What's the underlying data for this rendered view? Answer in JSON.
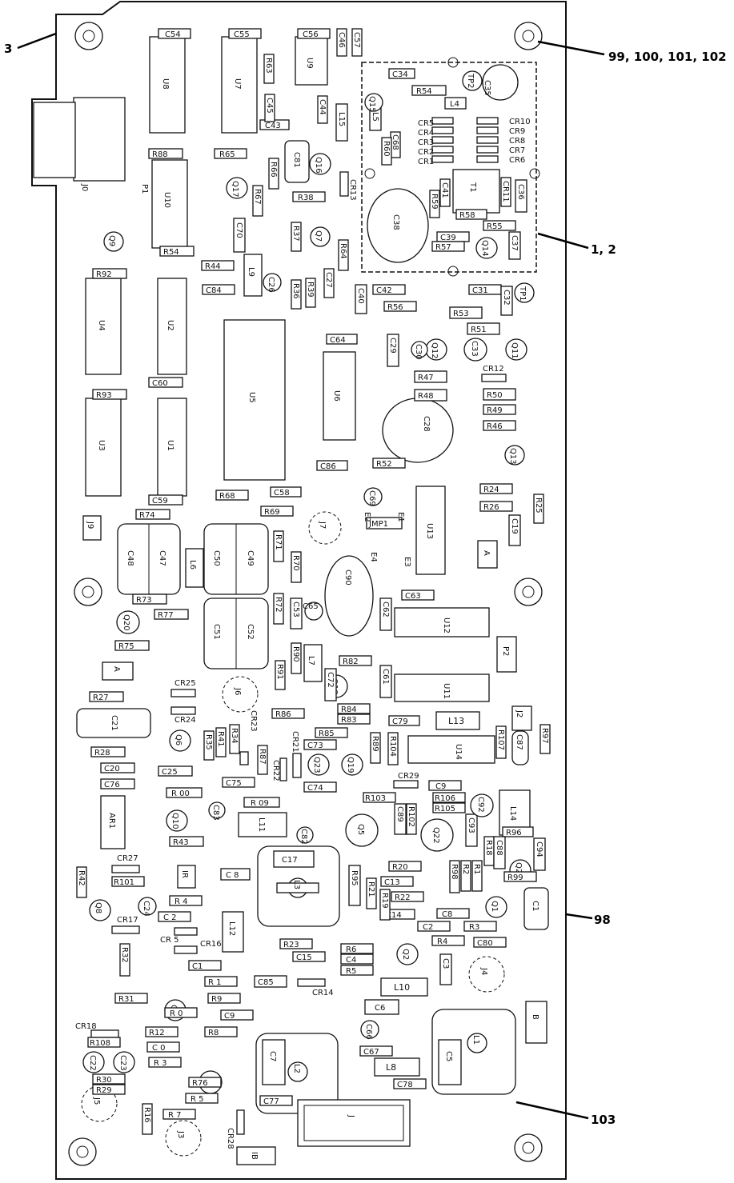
{
  "callouts": {
    "c3": "3",
    "c99": "99, 100, 101, 102",
    "c12": "1, 2",
    "c98": "98",
    "c103": "103"
  },
  "ics": {
    "u1": "U1",
    "u2": "U2",
    "u3": "U3",
    "u4": "U4",
    "u5": "U5",
    "u6": "U6",
    "u7": "U7",
    "u8": "U8",
    "u9": "U9",
    "u10": "U10",
    "u11": "U11",
    "u12": "U12",
    "u13": "U13",
    "u14": "U14",
    "ar1": "AR1"
  },
  "caps": {
    "c54": "C54",
    "c55": "C55",
    "c56": "C56",
    "c46": "C46",
    "c57": "C57",
    "c45": "C45",
    "c43": "C43",
    "c44": "C44",
    "c81": "C81",
    "c70": "C70",
    "c84": "C84",
    "c26": "C26",
    "c27": "C27",
    "c42": "C42",
    "c40": "C40",
    "c34": "C34",
    "c35": "C35",
    "c68": "C68",
    "c41": "C41",
    "c36": "C36",
    "c38": "C38",
    "c39": "C39",
    "c37": "C37",
    "c31": "C31",
    "c32": "C32",
    "c33": "C33",
    "c30": "C30",
    "c29": "C29",
    "c64": "C64",
    "c60": "C60",
    "c28": "C28",
    "c86": "C86",
    "c59": "C59",
    "c58": "C58",
    "c69": "C69",
    "c19": "C19",
    "c48": "C48",
    "c47": "C47",
    "c50": "C50",
    "c49": "C49",
    "c90": "C90",
    "c63": "C63",
    "c53": "C53",
    "c65": "C65",
    "c62": "C62",
    "c51": "C51",
    "c52": "C52",
    "c72": "C72",
    "c61": "C61",
    "c21": "C21",
    "c79": "C79",
    "c87": "C87",
    "c73": "C73",
    "c20": "C20",
    "c76": "C76",
    "c25": "C25",
    "c75": "C75",
    "c74": "C74",
    "c9": "C9",
    "c92": "C92",
    "c83": "C83",
    "c82": "C82",
    "c89": "C89",
    "c93": "C93",
    "c88": "C88",
    "c94": "C94",
    "c17": "C17",
    "c13": "C13",
    "c14": "C14",
    "c8": "C8",
    "c1": "C1",
    "c2": "C2",
    "c80": "C80",
    "c24": "C24",
    "c8b": "C 8",
    "c2b": "C 2",
    "c1b": "C1",
    "c15": "C15",
    "c4": "C4",
    "c3": "C3",
    "c85": "C85",
    "c6": "C6",
    "c9b": "C9",
    "c66": "C66",
    "c7": "C7",
    "c67": "C67",
    "c5": "C5",
    "c22": "C22",
    "c23": "C23",
    "c0": "C 0",
    "c78": "C78",
    "c77": "C77"
  },
  "resistors": {
    "r63": "R63",
    "r54": "R54",
    "r88": "R88",
    "r65": "R65",
    "r66": "R66",
    "r67": "R67",
    "r38": "R38",
    "r37": "R37",
    "r64": "R64",
    "r54b": "R54",
    "r44": "R44",
    "r36": "R36",
    "r39": "R39",
    "r56": "R56",
    "r60": "R60",
    "r59": "R59",
    "r58": "R58",
    "r55": "R55",
    "r57": "R57",
    "r53": "R53",
    "r51": "R51",
    "r47": "R47",
    "r48": "R48",
    "r50": "R50",
    "r49": "R49",
    "r46": "R46",
    "r92": "R92",
    "r93": "R93",
    "r52": "R52",
    "r24": "R24",
    "r26": "R26",
    "r25": "R25",
    "r74": "R74",
    "r68": "R68",
    "r69": "R69",
    "r71": "R71",
    "r70": "R70",
    "r73": "R73",
    "r77": "R77",
    "r72": "R72",
    "r75": "R75",
    "r90": "R90",
    "r82": "R82",
    "r91": "R91",
    "r27": "R27",
    "r86": "R86",
    "r84": "R84",
    "r83": "R83",
    "r85": "R85",
    "r35": "R35",
    "r41": "R41",
    "r34": "R34",
    "r87": "R87",
    "r89": "R89",
    "r104": "R104",
    "r107": "R107",
    "r97": "R97",
    "r28": "R28",
    "r100": "R 00",
    "r103": "R103",
    "r106": "R106",
    "r105": "R105",
    "r109": "R 09",
    "r102": "R102",
    "r96": "R96",
    "r43": "R43",
    "r18": "R18",
    "r98": "R98",
    "r2": "R2",
    "r1": "R1",
    "r99": "R99",
    "r20": "R20",
    "r42": "R42",
    "r101": "R101",
    "r95": "R95",
    "r21": "R21",
    "r19": "R19",
    "r22": "R22",
    "r3": "R3",
    "r4": "R 4",
    "r4b": "R4",
    "r23": "R23",
    "r6": "R6",
    "r5": "R5",
    "r32": "R32",
    "r1b": "R 1",
    "r31": "R31",
    "r9": "R9",
    "r10": "R 0",
    "r108": "R108",
    "r12": "R12",
    "r8": "R8",
    "r3b": "R 3",
    "r30": "R30",
    "r29": "R29",
    "r76": "R76",
    "r5b": "R 5",
    "r16": "R16",
    "r7": "R 7"
  },
  "transistors": {
    "q15": "Q15",
    "q16": "Q16",
    "q17": "Q17",
    "q9": "Q9",
    "q7": "Q7",
    "q14": "Q14",
    "q12": "Q12",
    "q11": "Q11",
    "q13": "Q13",
    "q20": "Q20",
    "q18": "Q18",
    "q6": "Q6",
    "q23": "Q23",
    "q19": "Q19",
    "q10": "Q10",
    "q5": "Q5",
    "q22": "Q22",
    "q21": "Q21",
    "q8": "Q8",
    "q1": "Q1",
    "q2": "Q2",
    "q4": "Q4",
    "q3": "Q3"
  },
  "inductors": {
    "l4": "L4",
    "l5": "L5",
    "l15": "L15",
    "l9": "L9",
    "l6": "L6",
    "l7": "L7",
    "l13": "L13",
    "l14": "L14",
    "l11": "L11",
    "l3": "L3",
    "l12": "L12",
    "l10": "L10",
    "l2": "L2",
    "l1": "L1",
    "l8": "L8",
    "t1": "T1"
  },
  "diodes": {
    "cr10": "CR10",
    "cr9": "CR9",
    "cr8": "CR8",
    "cr7": "CR7",
    "cr6": "CR6",
    "cr5": "CR5",
    "cr4": "CR4",
    "cr3": "CR3",
    "cr2": "CR2",
    "cr1": "CR1",
    "cr11": "CR11",
    "cr12": "CR12",
    "cr13": "CR13",
    "cr25": "CR25",
    "cr24": "CR24",
    "cr23": "CR23",
    "cr21": "CR21",
    "cr22": "CR22",
    "cr29": "CR29",
    "cr27": "CR27",
    "cr17": "CR17",
    "cr15": "CR 5",
    "cr16": "CR16",
    "cr14": "CR14",
    "cr18": "CR18",
    "cr28": "CR28"
  },
  "misc": {
    "p1": "P1",
    "j0": "J0",
    "tp2": "TP2",
    "tp1": "TP1",
    "j9": "J9",
    "e2": "E2",
    "e1": "E1",
    "jmp1": "JMP1",
    "e4": "E4",
    "e3": "E3",
    "j7": "J7",
    "a1": "A",
    "a2": "A",
    "p2": "P2",
    "j6": "J6",
    "j2": "J2",
    "ir": "IR",
    "j4": "J4",
    "b": "B",
    "j5": "J5",
    "j3": "J3",
    "ib": "IB",
    "j1": "J"
  }
}
